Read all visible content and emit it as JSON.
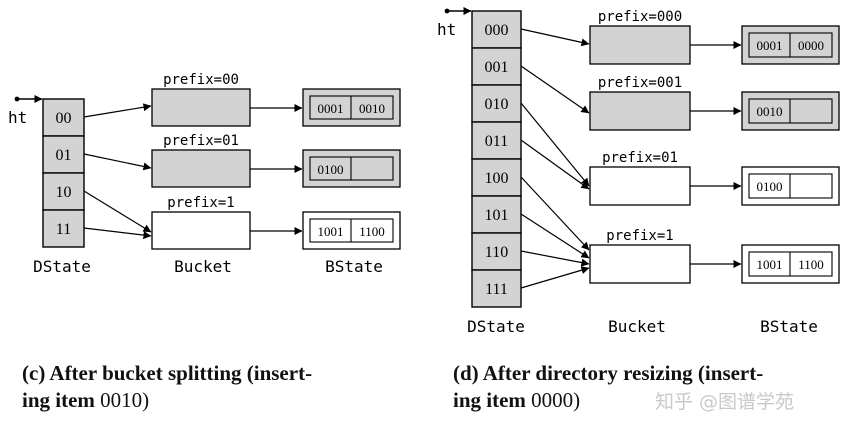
{
  "left": {
    "pointer": "ht",
    "directory": [
      "00",
      "01",
      "10",
      "11"
    ],
    "buckets": [
      {
        "prefix": "prefix=00",
        "bstate": [
          "0001",
          "0010"
        ],
        "shaded": true
      },
      {
        "prefix": "prefix=01",
        "bstate": [
          "0100",
          ""
        ],
        "shaded": true
      },
      {
        "prefix": "prefix=1",
        "bstate": [
          "1001",
          "1100"
        ],
        "shaded": false
      }
    ],
    "labels": {
      "dstate": "DState",
      "bucket": "Bucket",
      "bstate": "BState"
    },
    "caption": {
      "line1": "(c) After bucket splitting (insert-",
      "line2_bold": "ing item",
      "line2_value": "0010)"
    }
  },
  "right": {
    "pointer": "ht",
    "directory": [
      "000",
      "001",
      "010",
      "011",
      "100",
      "101",
      "110",
      "111"
    ],
    "buckets": [
      {
        "prefix": "prefix=000",
        "bstate": [
          "0001",
          "0000"
        ],
        "shaded": true
      },
      {
        "prefix": "prefix=001",
        "bstate": [
          "0010",
          ""
        ],
        "shaded": true
      },
      {
        "prefix": "prefix=01",
        "bstate": [
          "0100",
          ""
        ],
        "shaded": false
      },
      {
        "prefix": "prefix=1",
        "bstate": [
          "1001",
          "1100"
        ],
        "shaded": false
      }
    ],
    "labels": {
      "dstate": "DState",
      "bucket": "Bucket",
      "bstate": "BState"
    },
    "caption": {
      "line1": "(d) After directory resizing (insert-",
      "line2_bold": "ing item",
      "line2_value": "0000)"
    }
  },
  "watermark": "知乎 @图谱学苑",
  "colors": {
    "shaded": "#d3d3d3",
    "white": "#ffffff",
    "stroke": "#000000"
  }
}
